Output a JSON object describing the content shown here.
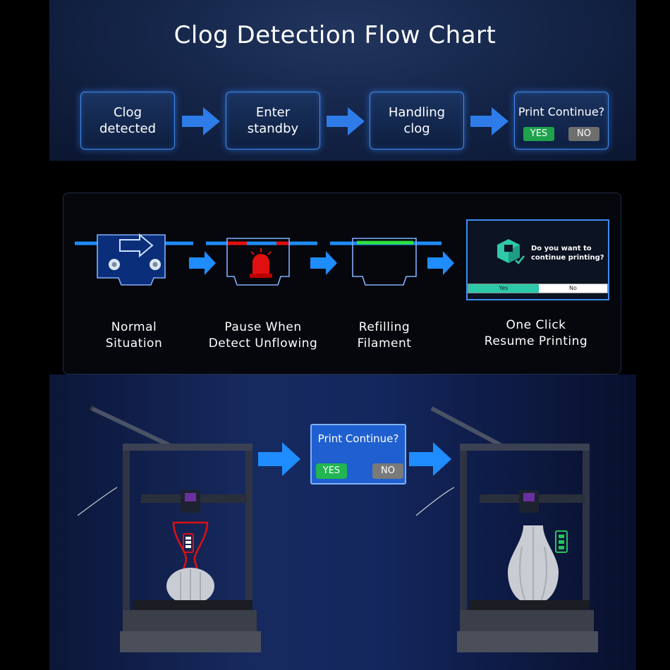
{
  "title": "Clog Detection Flow Chart",
  "flow_steps": [
    {
      "label": "Clog\ndetected"
    },
    {
      "label": "Enter\nstandby"
    },
    {
      "label": "Handling\nclog"
    }
  ],
  "flow_prompt": {
    "label": "Print Continue?",
    "yes": "YES",
    "no": "NO"
  },
  "stages": [
    {
      "label": "Normal\nSituation"
    },
    {
      "label": "Pause When\nDetect Unflowing"
    },
    {
      "label": "Refilling\nFilament"
    },
    {
      "label": "One Click\nResume Printing"
    }
  ],
  "screen": {
    "question": "Do you want to\ncontinue printing?",
    "yes": "Yes",
    "no": "No"
  },
  "dialog": {
    "label": "Print Continue?",
    "yes": "YES",
    "no": "NO"
  },
  "colors": {
    "accent_blue": "#3f8cf0",
    "yes_green": "#1ea34c",
    "no_gray": "#6e6e6e",
    "alert_red": "#e01010",
    "ok_green": "#22c55e"
  }
}
